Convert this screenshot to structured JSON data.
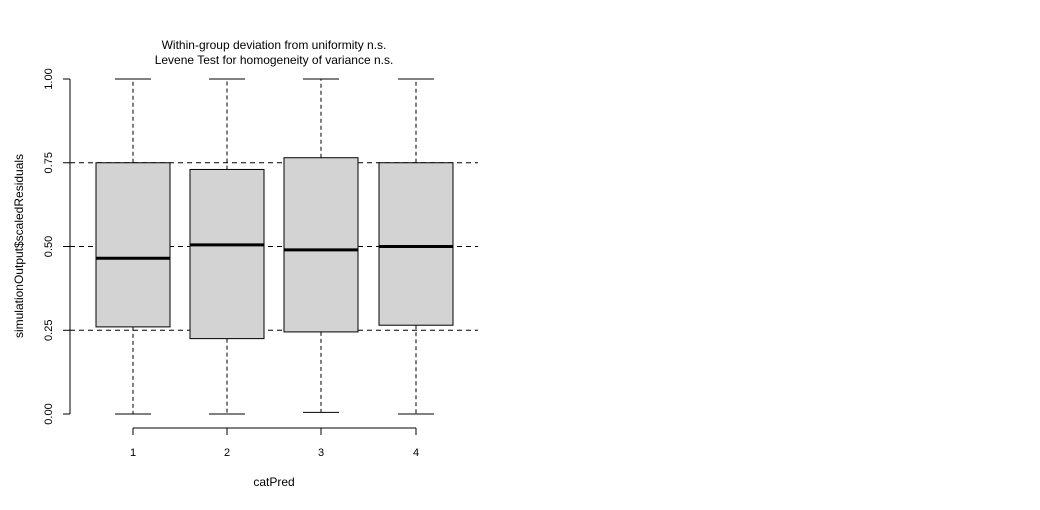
{
  "chart_data": {
    "type": "boxplot",
    "title_lines": [
      "Within-group deviation from uniformity n.s.",
      "Levene Test for homogeneity of variance n.s."
    ],
    "xlabel": "catPred",
    "ylabel": "simulationOutput$scaledResiduals",
    "categories": [
      "1",
      "2",
      "3",
      "4"
    ],
    "ylim": [
      0,
      1
    ],
    "y_ticks": [
      "0.00",
      "0.25",
      "0.50",
      "0.75",
      "1.00"
    ],
    "y_tick_values": [
      0,
      0.25,
      0.5,
      0.75,
      1.0
    ],
    "reference_lines": [
      0.25,
      0.5,
      0.75
    ],
    "box_color": "#d3d3d3",
    "boxes": [
      {
        "category": "1",
        "min": 0.0,
        "q1": 0.26,
        "median": 0.465,
        "q3": 0.75,
        "max": 1.0
      },
      {
        "category": "2",
        "min": 0.0,
        "q1": 0.225,
        "median": 0.505,
        "q3": 0.73,
        "max": 1.0
      },
      {
        "category": "3",
        "min": 0.005,
        "q1": 0.245,
        "median": 0.49,
        "q3": 0.765,
        "max": 1.0
      },
      {
        "category": "4",
        "min": 0.0,
        "q1": 0.265,
        "median": 0.5,
        "q3": 0.75,
        "max": 1.0
      }
    ]
  }
}
